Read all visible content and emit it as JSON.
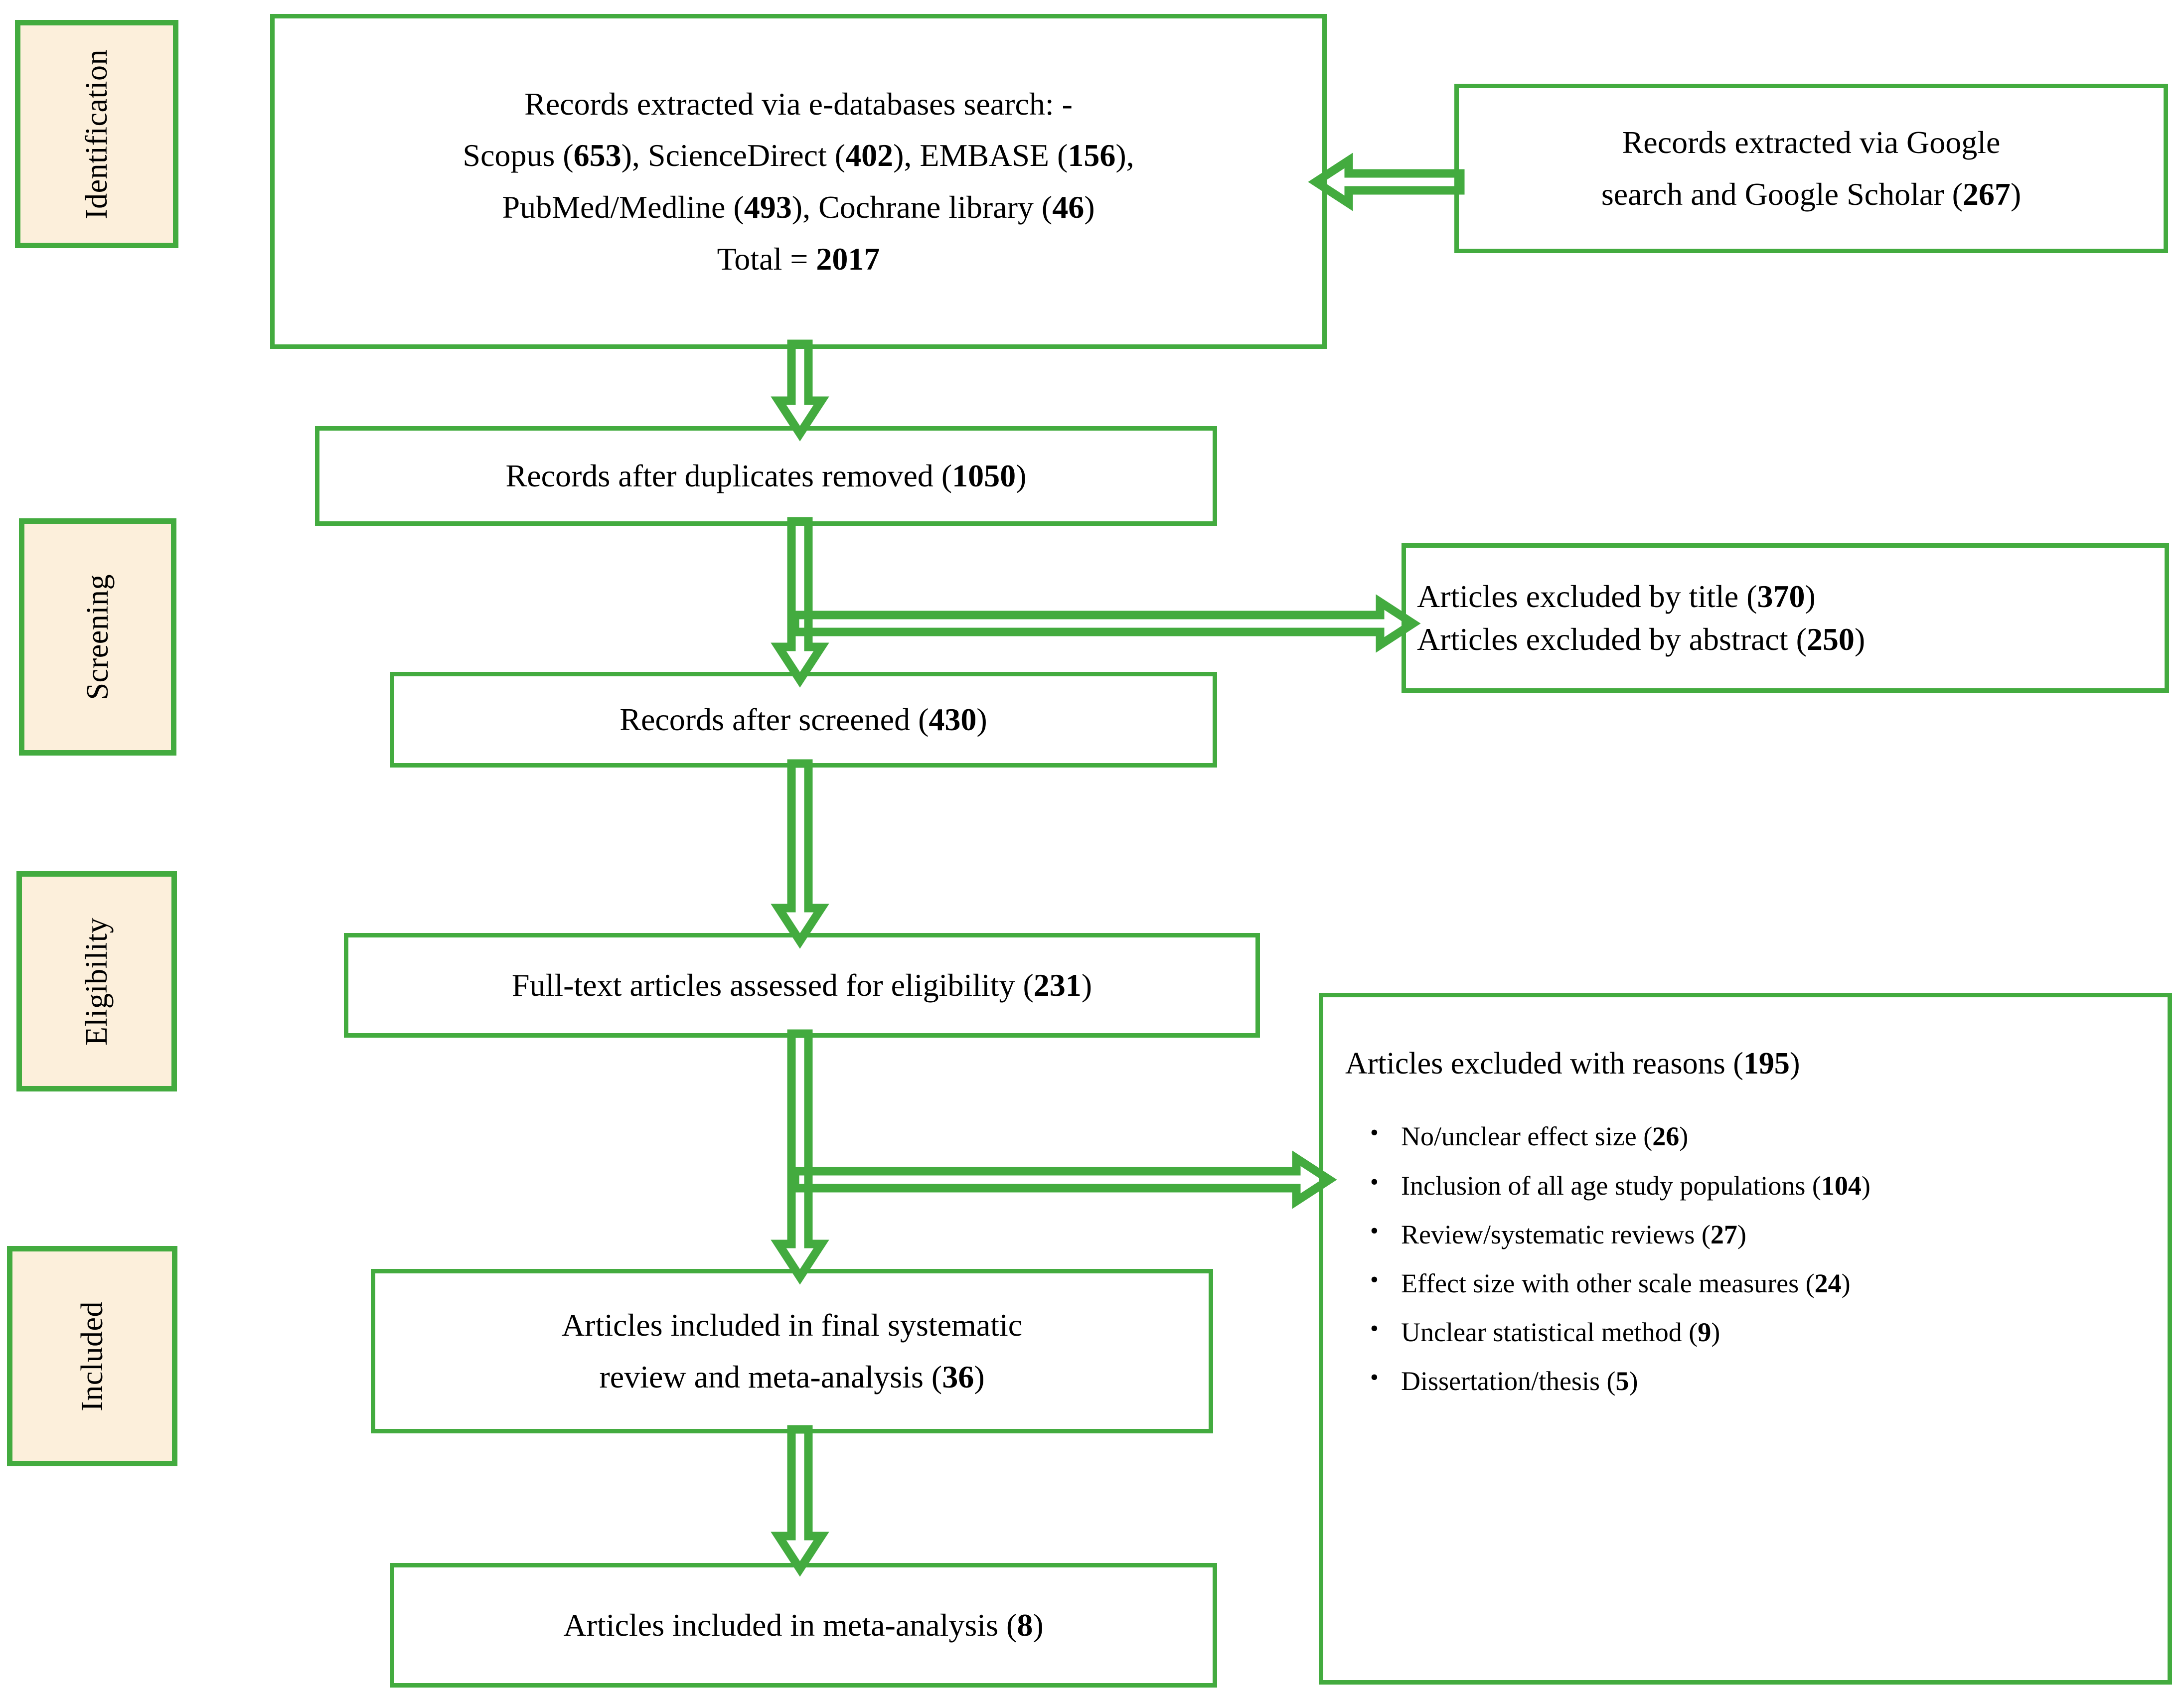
{
  "colors": {
    "accent_green": "#43ab3f",
    "chip_fill": "#fcefdb",
    "background": "#ffffff",
    "text": "#000000"
  },
  "stages": [
    {
      "id": "identification",
      "label": "Identification"
    },
    {
      "id": "screening",
      "label": "Screening"
    },
    {
      "id": "eligibility",
      "label": "Eligibility"
    },
    {
      "id": "included",
      "label": "Included"
    }
  ],
  "nodes": {
    "databases": {
      "line1": "Records extracted via e-databases search: -",
      "line2_a": "Scopus (",
      "scopus": "653",
      "line2_b": "), ScienceDirect (",
      "sciencedirect": "402",
      "line2_c": "), EMBASE (",
      "embase": "156",
      "line2_d": "),",
      "line3_a": "PubMed/Medline (",
      "pubmed": "493",
      "line3_b": "), Cochrane library (",
      "cochrane": "46",
      "line3_c": ")",
      "line4_a": "Total = ",
      "total": "2017"
    },
    "google": {
      "line1": "Records extracted via Google",
      "line2_a": "search and Google Scholar (",
      "count": "267",
      "line2_b": ")"
    },
    "duplicates": {
      "text_a": "Records after duplicates removed (",
      "count": "1050",
      "text_b": ")"
    },
    "excluded_title": {
      "line1_a": "Articles excluded by title (",
      "title_count": "370",
      "line1_b": ")",
      "line2_a": "Articles excluded by abstract (",
      "abstract_count": "250",
      "line2_b": ")"
    },
    "screened": {
      "text_a": "Records after screened (",
      "count": "430",
      "text_b": ")"
    },
    "fulltext": {
      "text_a": "Full-text articles assessed for eligibility (",
      "count": "231",
      "text_b": ")"
    },
    "reasons": {
      "title_a": "Articles excluded with reasons (",
      "title_count": "195",
      "title_b": ")",
      "items": [
        {
          "text_a": "No/unclear effect size (",
          "count": "26",
          "text_b": ")"
        },
        {
          "text_a": "Inclusion of all age study populations (",
          "count": "104",
          "text_b": ")"
        },
        {
          "text_a": "Review/systematic reviews (",
          "count": "27",
          "text_b": ")"
        },
        {
          "text_a": "Effect size with other scale measures (",
          "count": "24",
          "text_b": ")"
        },
        {
          "text_a": "Unclear statistical method (",
          "count": "9",
          "text_b": ")"
        },
        {
          "text_a": "Dissertation/thesis (",
          "count": "5",
          "text_b": ")"
        }
      ]
    },
    "included_sr": {
      "line1": "Articles included in final systematic",
      "line2_a": "review and meta-analysis (",
      "count": "36",
      "line2_b": ")"
    },
    "included_ma": {
      "text_a": "Articles included in meta-analysis (",
      "count": "8",
      "text_b": ")"
    }
  },
  "connectors": [
    {
      "id": "google-to-databases",
      "direction": "left",
      "style": "hollow-double"
    },
    {
      "id": "databases-to-duplicates",
      "direction": "down",
      "style": "hollow-double"
    },
    {
      "id": "duplicates-to-screened",
      "direction": "down",
      "style": "hollow-double"
    },
    {
      "id": "duplicates-to-excluded-title",
      "direction": "right",
      "style": "hollow-double"
    },
    {
      "id": "screened-to-fulltext",
      "direction": "down",
      "style": "hollow-double"
    },
    {
      "id": "fulltext-to-reasons",
      "direction": "right",
      "style": "hollow-double"
    },
    {
      "id": "fulltext-to-included-sr",
      "direction": "down",
      "style": "hollow-double"
    },
    {
      "id": "included-sr-to-included-ma",
      "direction": "down",
      "style": "hollow-double"
    }
  ]
}
